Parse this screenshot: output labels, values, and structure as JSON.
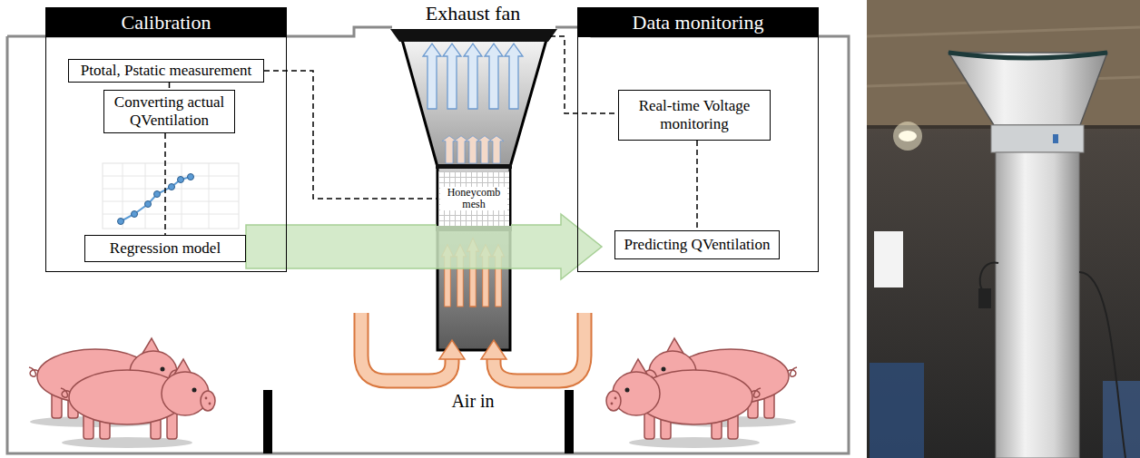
{
  "diagram": {
    "nodes": [
      {
        "text": [
          "Calibration"
        ]
      },
      {
        "text": [
          "Ptotal, Pstatic measurement"
        ],
        "in": 0
      },
      {
        "text": [
          "Converting actual QVentilation"
        ],
        "in": 0
      },
      {
        "text": [
          "Regression model"
        ],
        "in": 0
      },
      {
        "text": [
          "Honeycomb mesh"
        ]
      },
      {
        "text": [
          "Data monitoring"
        ]
      },
      {
        "text": [
          "Real-time Voltage monitoring"
        ],
        "in": 5
      },
      {
        "text": [
          "Predicting QVentilation"
        ],
        "in": 5
      }
    ],
    "edges": [
      {
        "from": 1,
        "to": 2,
        "arrow": "none"
      },
      {
        "from": 2,
        "to": 3,
        "arrow": "none"
      },
      {
        "from": 1,
        "to": 4,
        "arrow": "none"
      },
      {
        "from": 6,
        "to": 7,
        "arrow": "none"
      },
      {
        "from": 3,
        "to": 7,
        "arrow": "to"
      }
    ],
    "labels": [
      "Exhaust fan",
      "Air in"
    ]
  }
}
